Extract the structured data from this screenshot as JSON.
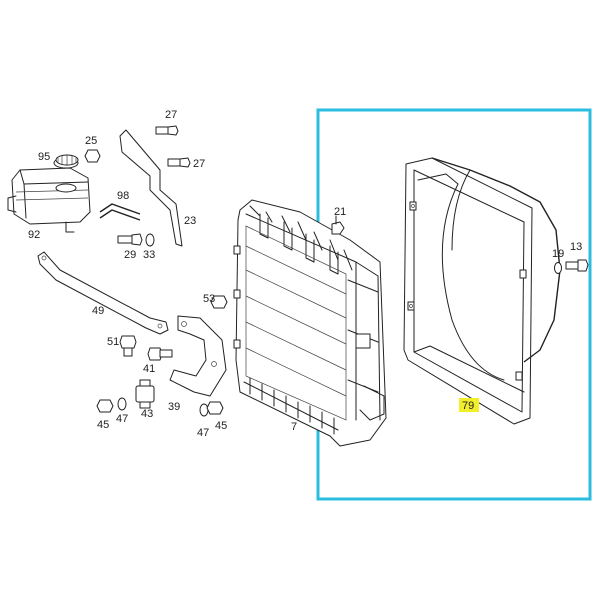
{
  "diagram": {
    "highlight_color": "#2bbde0",
    "badge_color": "#f3ee2a",
    "highlighted_part": "79",
    "labels": {
      "p27a": "27",
      "p27b": "27",
      "p25": "25",
      "p95": "95",
      "p98": "98",
      "p23": "23",
      "p92": "92",
      "p29": "29",
      "p33": "33",
      "p49": "49",
      "p53": "53",
      "p51": "51",
      "p41": "41",
      "p45a": "45",
      "p47a": "47",
      "p43": "43",
      "p39": "39",
      "p47b": "47",
      "p45b": "45",
      "p7": "7",
      "p21": "21",
      "p19": "19",
      "p13": "13",
      "p79": "79"
    }
  }
}
